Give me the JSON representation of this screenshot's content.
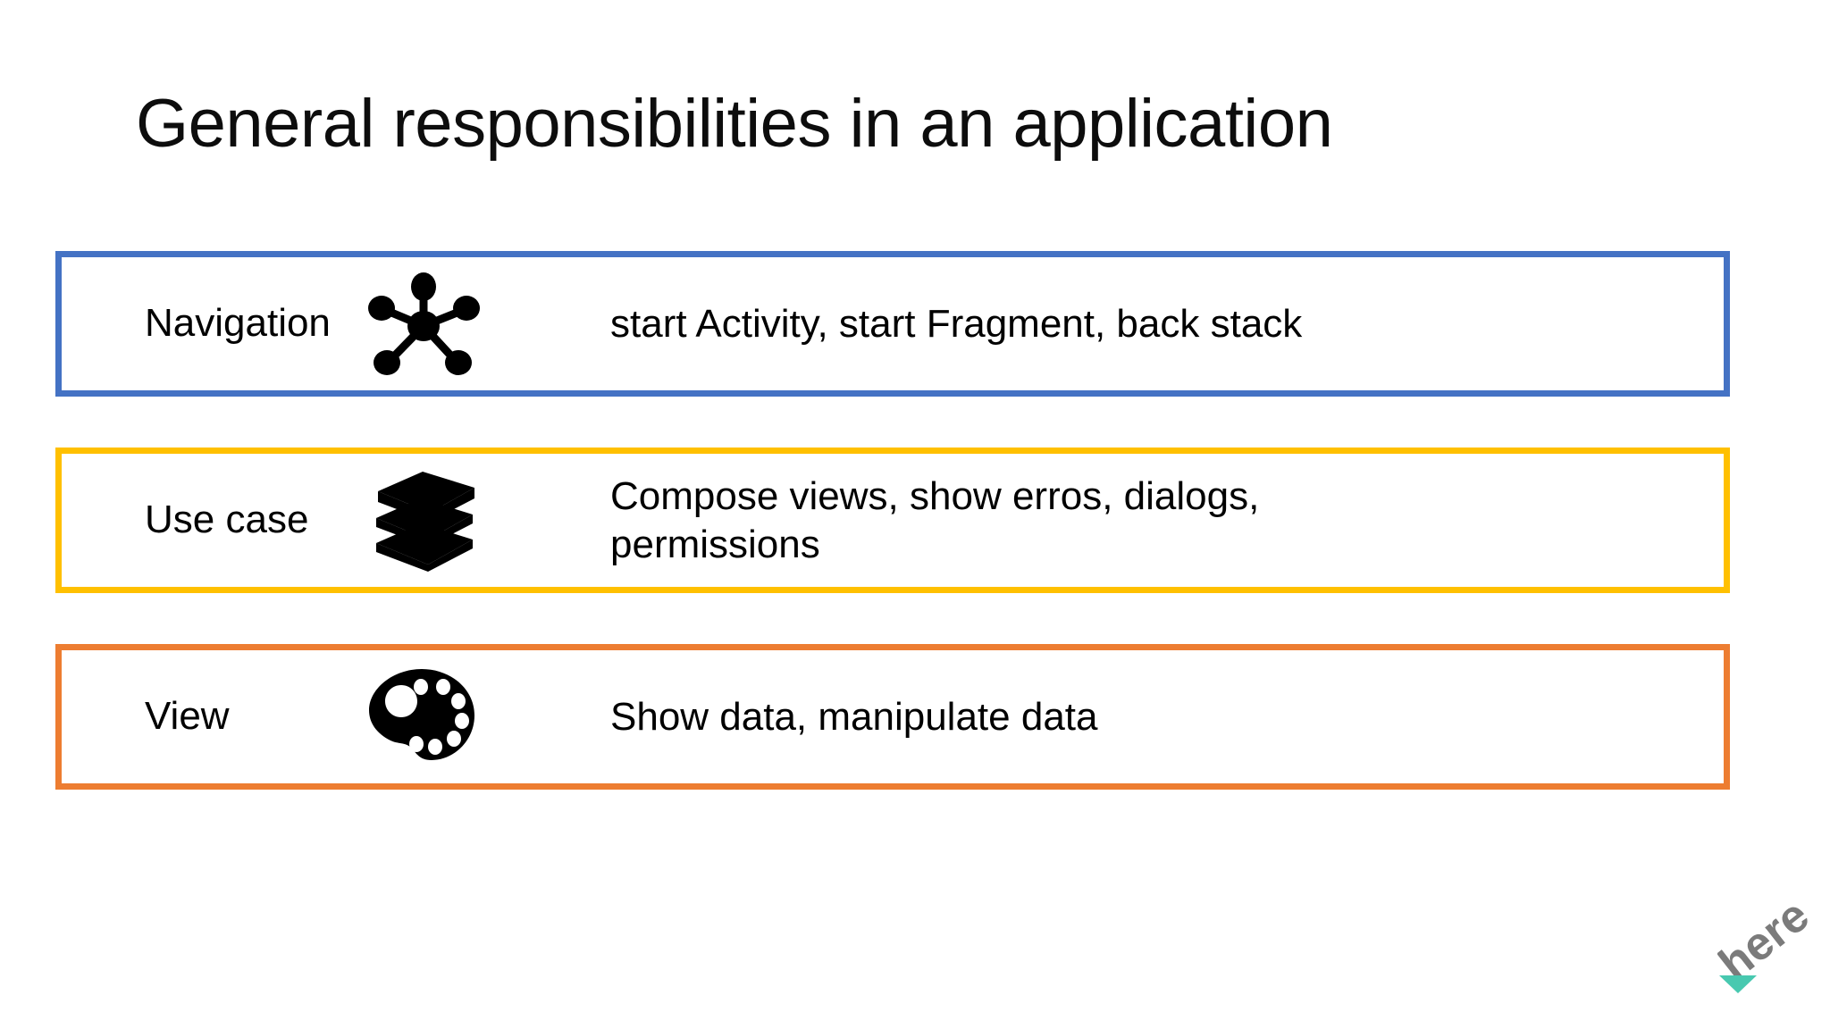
{
  "slide": {
    "title": "General responsibilities in an application",
    "background_color": "#ffffff",
    "text_color": "#000000"
  },
  "rows": [
    {
      "label": "Navigation",
      "icon": "network-hub-icon",
      "border_color": "#4472c4",
      "description_lines": [
        "start Activity, start Fragment, back stack"
      ]
    },
    {
      "label": "Use case",
      "icon": "book-stack-icon",
      "border_color": "#ffc000",
      "description_lines": [
        "Compose views, show erros, dialogs,",
        "permissions"
      ]
    },
    {
      "label": "View",
      "icon": "paint-palette-icon",
      "border_color": "#ed7d31",
      "description_lines": [
        "Show data, manipulate data"
      ]
    }
  ],
  "brand": {
    "name": "here",
    "wordmark_color": "#7b7b7b",
    "accent_color": "#48c9b0"
  }
}
